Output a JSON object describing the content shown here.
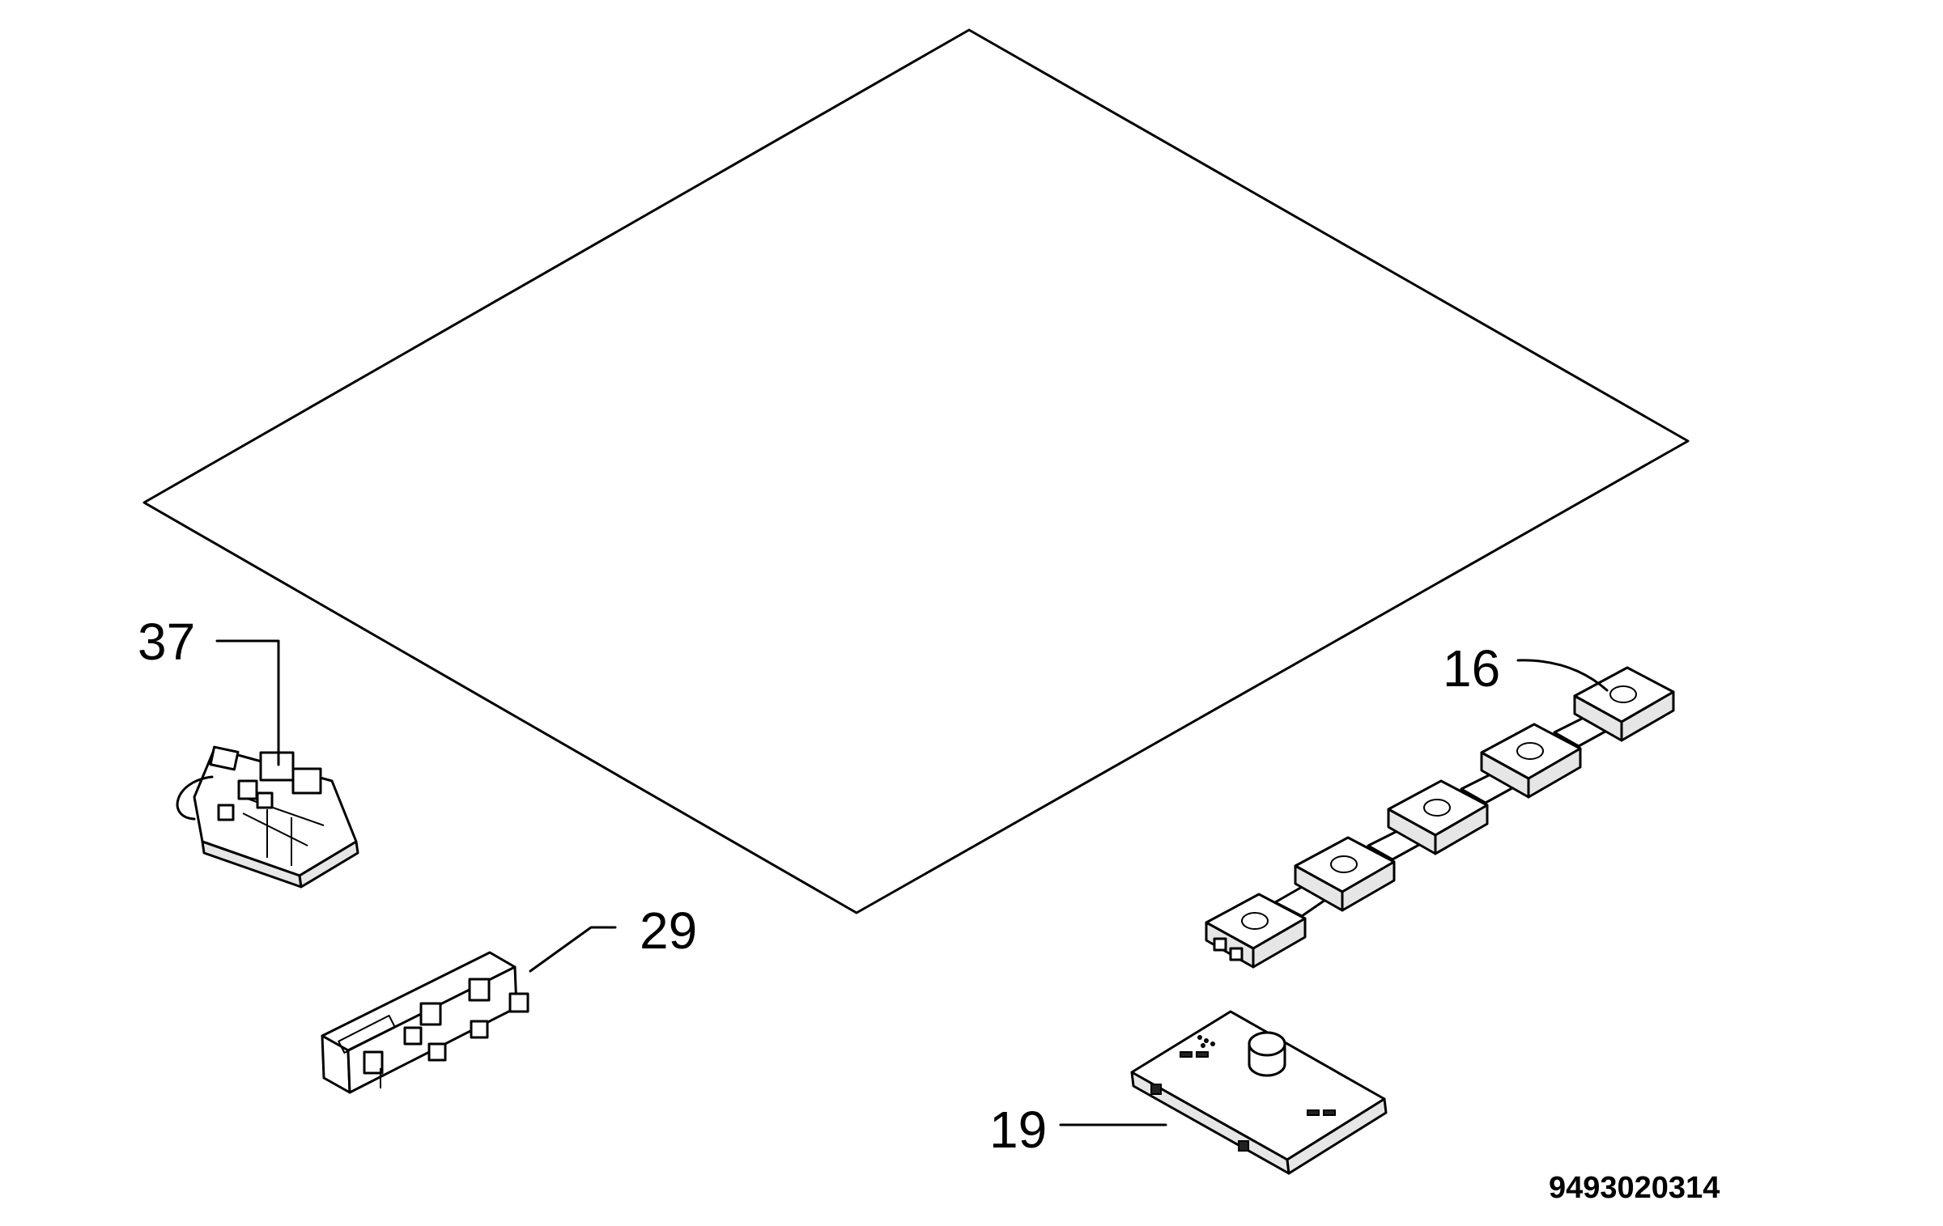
{
  "callouts": [
    {
      "id": "37",
      "label": "37"
    },
    {
      "id": "29",
      "label": "29"
    },
    {
      "id": "16",
      "label": "16"
    },
    {
      "id": "19",
      "label": "19"
    }
  ],
  "document_id": "9493020314"
}
